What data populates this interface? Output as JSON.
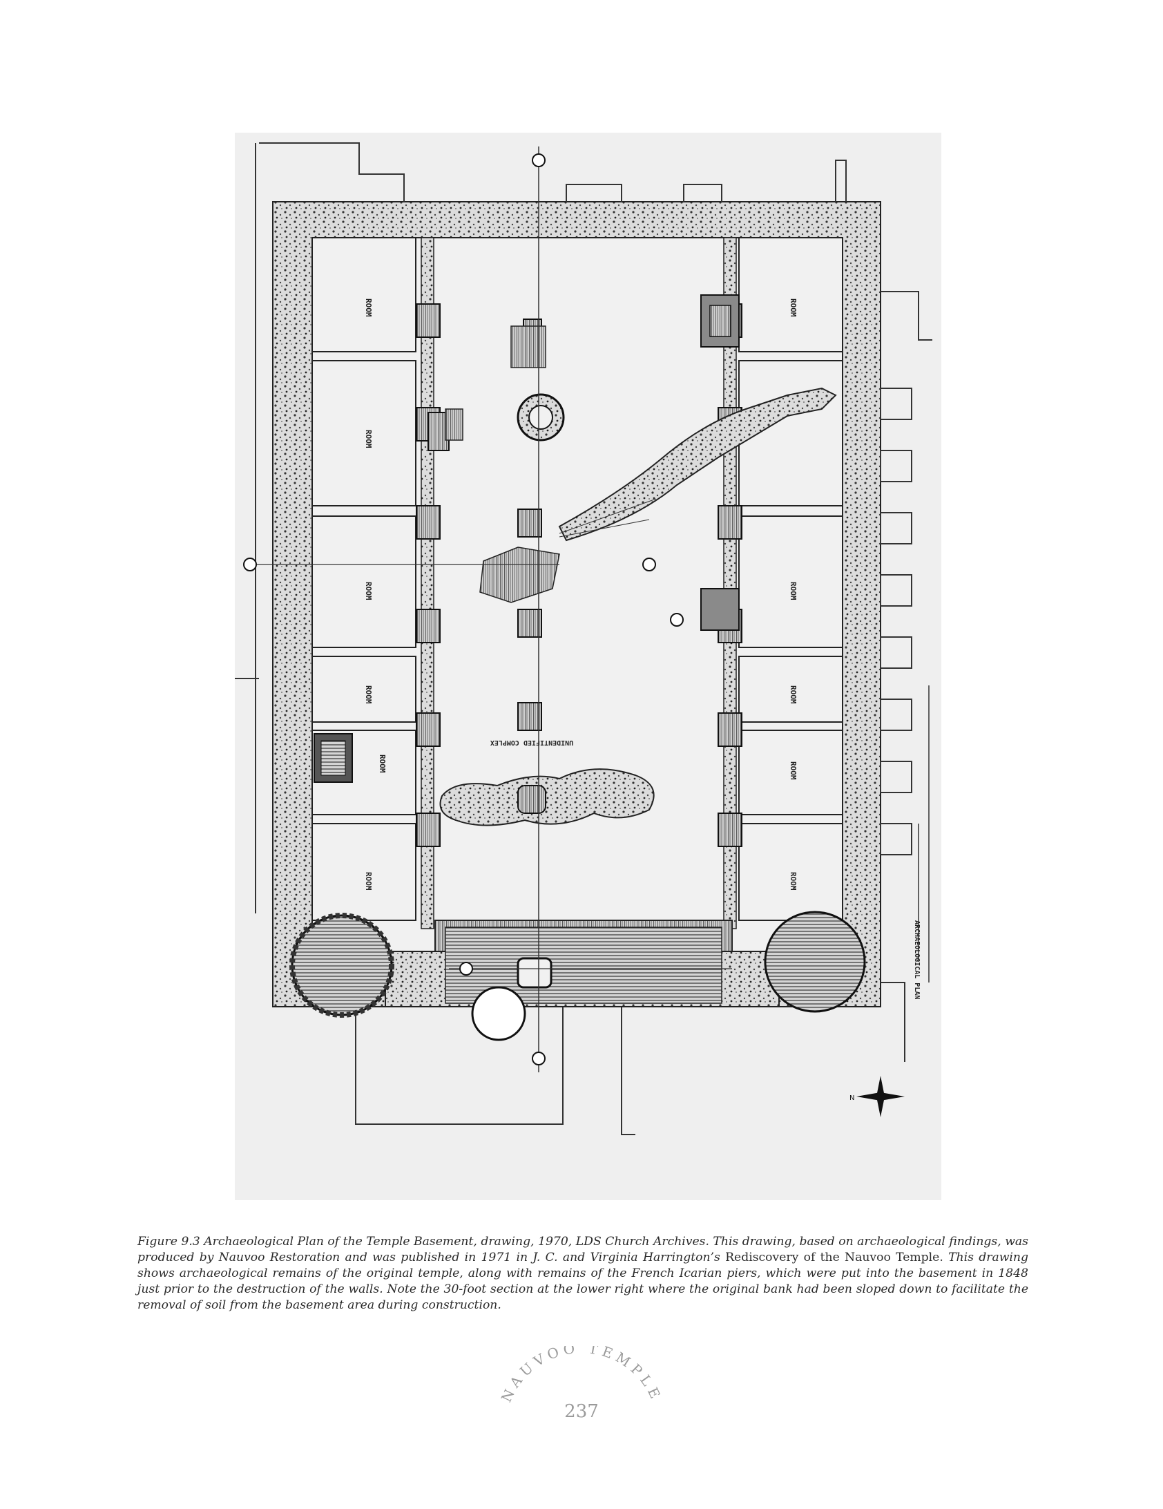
{
  "figure": {
    "image_label": "Archaeological plan drawing of temple basement",
    "room_labels": [
      "ROOM",
      "ROOM",
      "ROOM",
      "ROOM",
      "ROOM",
      "ROOM",
      "ROOM",
      "ROOM",
      "ROOM",
      "ROOM",
      "ROOM"
    ],
    "center_label": "UNIDENTIFIED COMPLEX",
    "title_block": "ARCHAEOLOGICAL PLAN"
  },
  "caption": {
    "part1": "Figure 9.3 Archaeological Plan of the Temple Basement, drawing, 1970, LDS Church Archives. This drawing, based on archaeological findings, was produced by Nauvoo Restoration and was published in 1971 in J. C. and Virginia Harrington’s ",
    "part2": "Rediscovery",
    "part3": " of the ",
    "part4": "Nauvoo Temple.",
    "part5": " This drawing shows archaeological remains of the original temple, along with remains of the French Icarian piers, which were put into the basement in 1848 just prior to the destruction of the walls. Note the 30-foot section at the lower right where the original bank had been sloped down to facilitate the removal of soil from the basement area during construction."
  },
  "footer": {
    "running_title": "NAUVOO TEMPLE",
    "page_number": "237"
  }
}
